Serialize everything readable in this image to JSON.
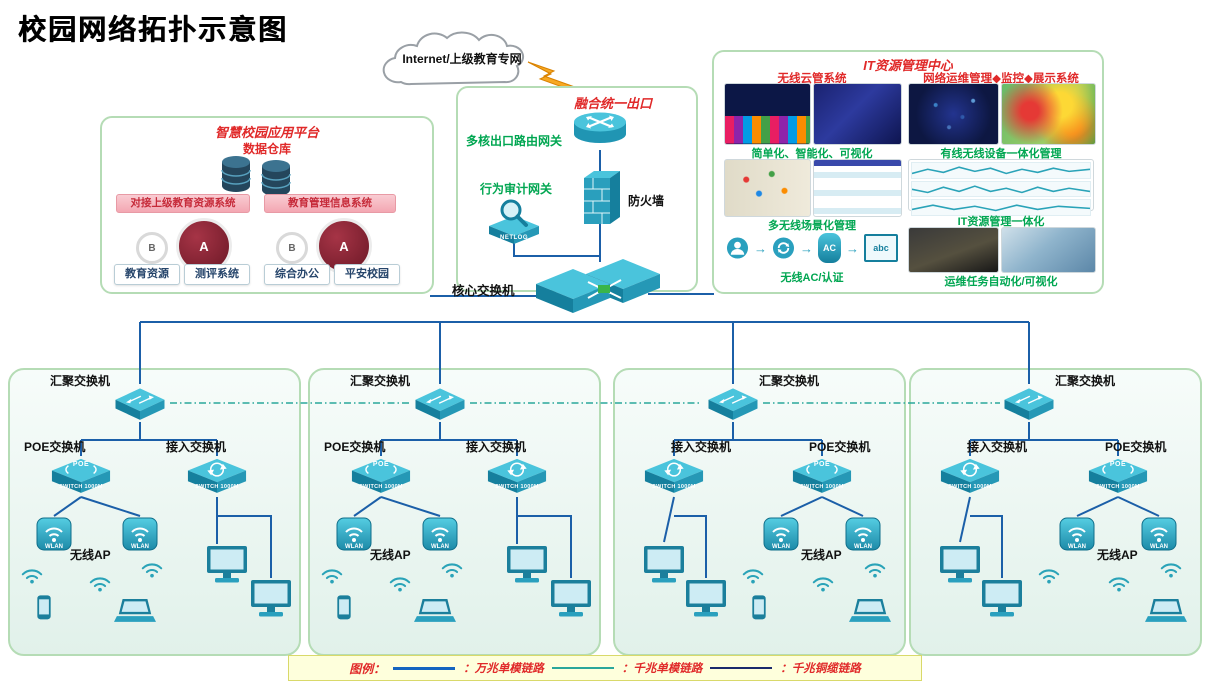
{
  "title": "校园网络拓扑示意图",
  "cloud_label": "Internet/上级教育专网",
  "exit": {
    "title": "融合统一出口",
    "router": "多核出口路由网关",
    "audit": "行为审计网关",
    "netlog": "NETLOG",
    "firewall": "防火墙"
  },
  "platform": {
    "title": "智慧校园应用平台",
    "warehouse": "数据仓库",
    "banners": [
      "对接上级教育资源系统",
      "教育管理信息系统"
    ],
    "pie_big": "A",
    "pie_small": "B",
    "apps": [
      "教育资源",
      "测评系统",
      "综合办公",
      "平安校园"
    ]
  },
  "it_center": {
    "title": "IT资源管理中心",
    "left": {
      "heading": "无线云管系统",
      "captions": [
        "简单化、智能化、可视化",
        "多无线场景化管理",
        "无线AC/认证"
      ],
      "ac_label": "AC",
      "abc_label": "abc"
    },
    "right": {
      "heading": "网络运维管理◆监控◆展示系统",
      "captions": [
        "有线无线设备一体化管理",
        "IT资源管理一体化",
        "运维任务自动化/可视化"
      ]
    }
  },
  "core_label": "核心交换机",
  "zones": [
    {
      "agg": "汇聚交换机",
      "poe": "POE交换机",
      "access": "接入交换机",
      "ap": "无线AP"
    },
    {
      "agg": "汇聚交换机",
      "poe": "POE交换机",
      "access": "接入交换机",
      "ap": "无线AP"
    },
    {
      "agg": "汇聚交换机",
      "poe": "POE交换机",
      "access": "接入交换机",
      "ap": "无线AP"
    },
    {
      "agg": "汇聚交换机",
      "poe": "POE交换机",
      "access": "接入交换机",
      "ap": "无线AP"
    }
  ],
  "device_text": {
    "poe": "POE",
    "speed": "SWITCH 1000M",
    "wlan": "WLAN"
  },
  "legend": {
    "title": "图例：",
    "items": [
      {
        "label": "：万兆单模链路",
        "color": "#1565c0"
      },
      {
        "label": "：千兆单模链路",
        "color": "#2aa79b"
      },
      {
        "label": "：千兆铜缆链路",
        "color": "#1a2a6c"
      }
    ]
  },
  "colors": {
    "device_teal": "#2aa0be",
    "box_border_green": "#b5dcb5",
    "title_red": "#e02929",
    "caption_green": "#00a651",
    "link_blue": "#1b5fa8"
  }
}
